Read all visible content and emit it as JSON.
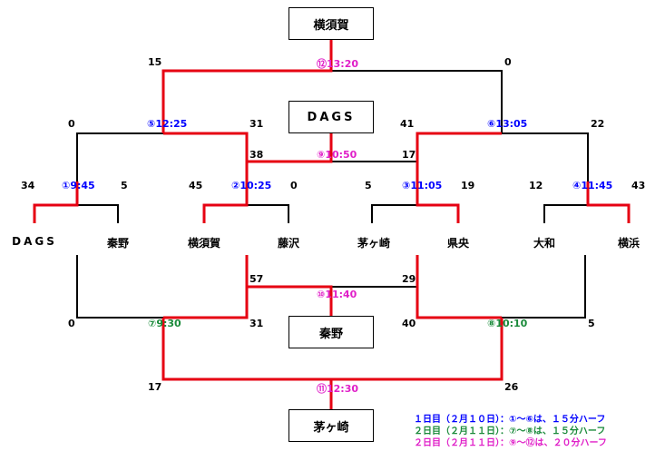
{
  "colors": {
    "win": "#e60012",
    "lose": "#000000",
    "day1": "#0000ff",
    "day2a": "#1a8a3a",
    "day2b": "#e020c8"
  },
  "boxes": {
    "final_winner": "横須賀",
    "third_place": "DAGS",
    "fifth_place": "秦野",
    "seventh_place": "茅ヶ崎"
  },
  "teams": [
    "DAGS",
    "秦野",
    "横須賀",
    "藤沢",
    "茅ヶ崎",
    "県央",
    "大和",
    "横浜"
  ],
  "matches": {
    "m1": {
      "label": "①9:45",
      "left": "34",
      "right": "5"
    },
    "m2": {
      "label": "②10:25",
      "left": "45",
      "right": "0"
    },
    "m3": {
      "label": "③11:05",
      "left": "5",
      "right": "19"
    },
    "m4": {
      "label": "④11:45",
      "left": "12",
      "right": "43"
    },
    "m5": {
      "label": "⑤12:25",
      "left": "0",
      "right": "31"
    },
    "m6": {
      "label": "⑥13:05",
      "left": "41",
      "right": "22"
    },
    "m7": {
      "label": "⑦9:30",
      "left": "0",
      "right": "31"
    },
    "m8": {
      "label": "⑧10:10",
      "left": "40",
      "right": "5"
    },
    "m9": {
      "label": "⑨10:50",
      "left": "38",
      "right": "17"
    },
    "m10": {
      "label": "⑩11:40",
      "left": "57",
      "right": "29"
    },
    "m11": {
      "label": "⑪12:30",
      "left": "17",
      "right": "26"
    },
    "m12": {
      "label": "⑫13:20",
      "left": "15",
      "right": "0"
    }
  },
  "notes": [
    "１日目（２月１０日）：①～⑥は、１５分ハーフ",
    "２日目（２月１１日）：⑦～⑧は、１５分ハーフ",
    "２日目（２月１１日）：⑨～⑫は、２０分ハーフ"
  ]
}
